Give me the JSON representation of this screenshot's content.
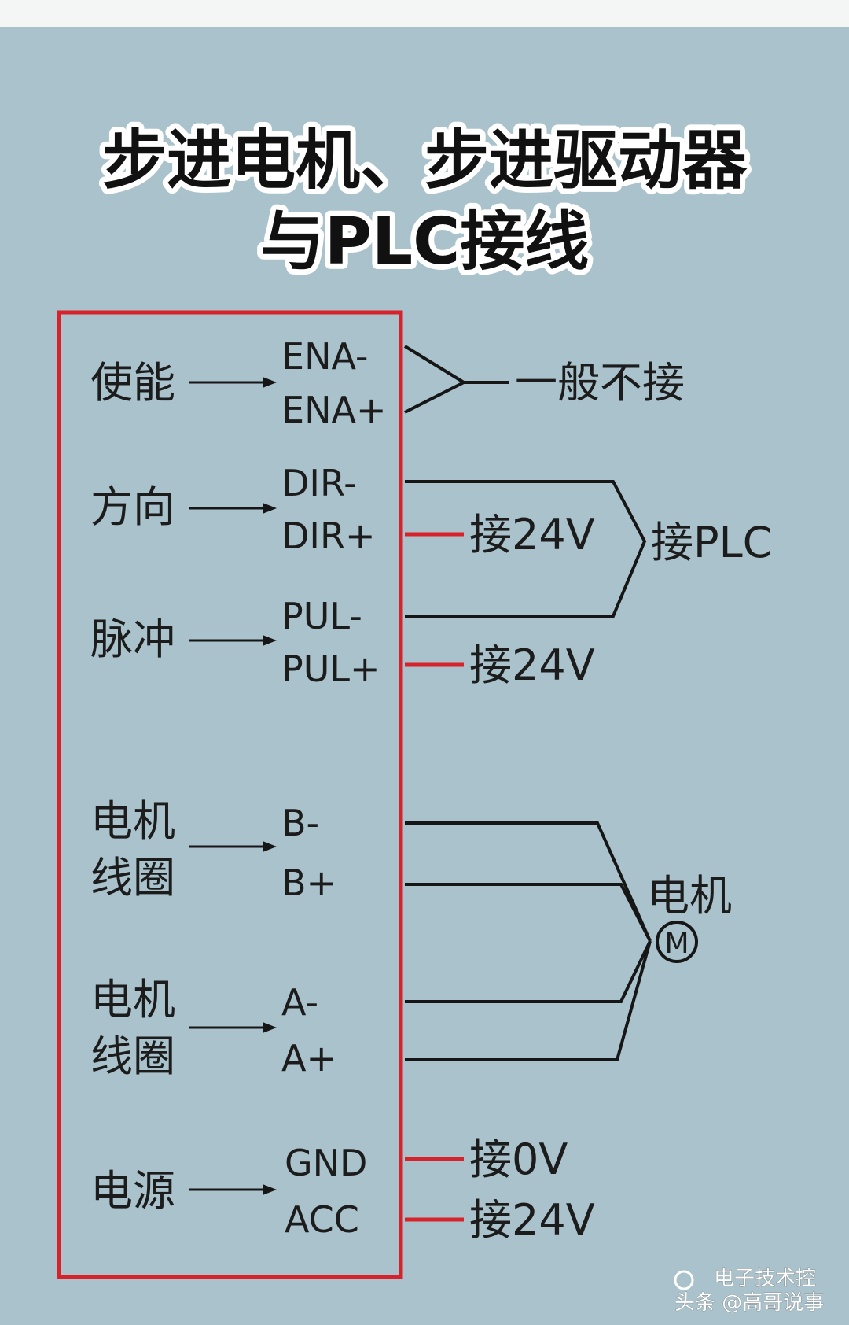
{
  "title": {
    "line1": "步进电机、步进驱动器",
    "line2": "与PLC接线"
  },
  "groups": [
    {
      "label_lines": [
        "使能"
      ],
      "terminals": [
        "ENA-",
        "ENA+"
      ],
      "note": "一般不接"
    },
    {
      "label_lines": [
        "方向"
      ],
      "terminals": [
        "DIR-",
        "DIR+"
      ]
    },
    {
      "label_lines": [
        "脉冲"
      ],
      "terminals": [
        "PUL-",
        "PUL+"
      ]
    },
    {
      "label_lines": [
        "电机",
        "线圈"
      ],
      "terminals": [
        "B-",
        "B+"
      ]
    },
    {
      "label_lines": [
        "电机",
        "线圈"
      ],
      "terminals": [
        "A-",
        "A+"
      ]
    },
    {
      "label_lines": [
        "电源"
      ],
      "terminals": [
        "GND",
        "ACC"
      ]
    }
  ],
  "notes": {
    "dir_plus": "接24V",
    "pul_plus": "接24V",
    "plc": "接PLC",
    "motor": "电机",
    "motor_symbol": "M",
    "gnd": "接0V",
    "acc": "接24V"
  },
  "watermark": {
    "line1": "电子技术控",
    "line2": "头条 @高哥说事"
  },
  "colors": {
    "background": "#a9c2cb",
    "frame": "#d7222b",
    "wire": "#161616",
    "text": "#1c1c1c"
  }
}
